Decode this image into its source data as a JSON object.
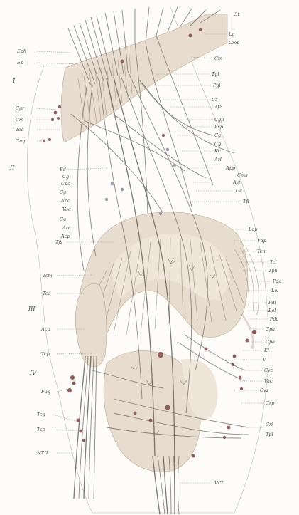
{
  "figure": {
    "roman_numerals": [
      "I",
      "II",
      "III",
      "IV"
    ],
    "top_label": "St",
    "left_labels": [
      "Eph",
      "Ep",
      "Cgr",
      "Cm",
      "Tec",
      "Cmp",
      "Ed",
      "Tfs",
      "Tcm",
      "Tcd",
      "Acp",
      "Tcp",
      "Fug",
      "Tcg",
      "Tsp",
      "NXII"
    ],
    "right_labels": [
      "Lg",
      "Cmp",
      "Cm",
      "Tgl",
      "Pgl",
      "Cz",
      "Tfz",
      "Cgp",
      "Fsp",
      "Cg",
      "Cg",
      "Kc",
      "Arl",
      "App",
      "Cms",
      "Ayt",
      "Gc",
      "Tfl",
      "Cg",
      "Cpo",
      "Cg",
      "Apc",
      "Vac",
      "Cg",
      "Arc",
      "Acp",
      "Lop",
      "Vdp",
      "Tcm",
      "Tcl",
      "Tph",
      "Pda",
      "Lol",
      "Pdl",
      "Lol",
      "Pdc",
      "Cpa",
      "Cpa",
      "El",
      "V",
      "Cvc",
      "Vac",
      "Cvs",
      "Crp",
      "Cri",
      "Tpl",
      "VCL"
    ]
  }
}
